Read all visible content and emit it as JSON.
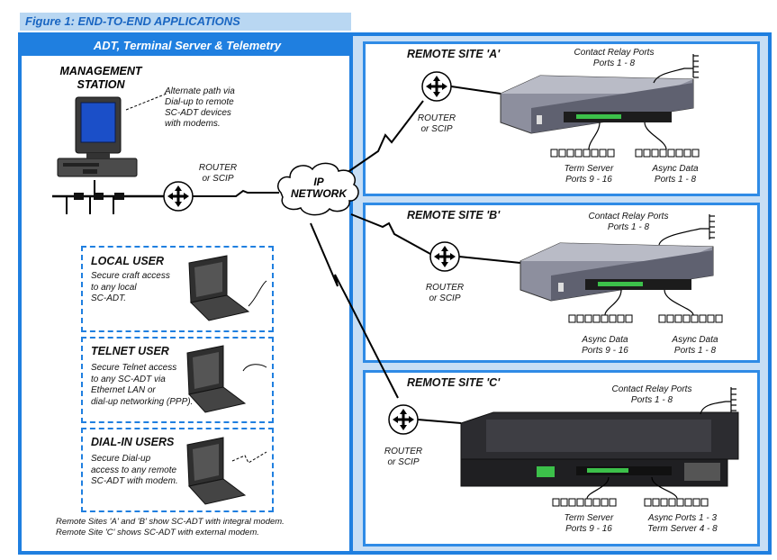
{
  "figure_title": "Figure 1: END-TO-END APPLICATIONS",
  "left_header": "ADT, Terminal Server & Telemetry",
  "management": {
    "title_line1": "MANAGEMENT",
    "title_line2": "STATION",
    "note": [
      "Alternate path via",
      "Dial-up to remote",
      "SC-ADT devices",
      "with modems."
    ]
  },
  "main_router": {
    "line1": "ROUTER",
    "line2": "or SCIP"
  },
  "network": {
    "line1": "IP",
    "line2": "NETWORK"
  },
  "users": [
    {
      "title": "LOCAL USER",
      "desc": [
        "Secure craft access",
        "to any local",
        "SC-ADT."
      ]
    },
    {
      "title": "TELNET USER",
      "desc": [
        "Secure Telnet access",
        "to any SC-ADT via",
        "Ethernet LAN or",
        "dial-up networking (PPP)."
      ]
    },
    {
      "title": "DIAL-IN USERS",
      "desc": [
        "Secure Dial-up",
        "access to any remote",
        "SC-ADT with modem."
      ]
    }
  ],
  "footnote": [
    "Remote Sites 'A' and 'B' show SC-ADT with integral modem.",
    "Remote Site 'C' shows SC-ADT with external modem."
  ],
  "sites": [
    {
      "title": "REMOTE SITE 'A'",
      "router": [
        "ROUTER",
        "or SCIP"
      ],
      "relay": [
        "Contact Relay Ports",
        "Ports 1 - 8"
      ],
      "port_left": [
        "Term Server",
        "Ports 9 - 16"
      ],
      "port_right": [
        "Async Data",
        "Ports 1 - 8"
      ]
    },
    {
      "title": "REMOTE SITE 'B'",
      "router": [
        "ROUTER",
        "or SCIP"
      ],
      "relay": [
        "Contact Relay Ports",
        "Ports 1 - 8"
      ],
      "port_left": [
        "Async Data",
        "Ports 9 - 16"
      ],
      "port_right": [
        "Async Data",
        "Ports 1 - 8"
      ]
    },
    {
      "title": "REMOTE SITE 'C'",
      "router": [
        "ROUTER",
        "or SCIP"
      ],
      "relay": [
        "Contact Relay Ports",
        "Ports 1 - 8"
      ],
      "port_left": [
        "Term Server",
        "Ports 9 - 16"
      ],
      "port_right": [
        "Async Ports 1 - 3",
        "Term Server 4 - 8"
      ]
    }
  ],
  "colors": {
    "frame": "#1f7fe0",
    "title_bg": "#b9d7f2",
    "title_text": "#1a66c2",
    "panel": "#c7def5"
  }
}
